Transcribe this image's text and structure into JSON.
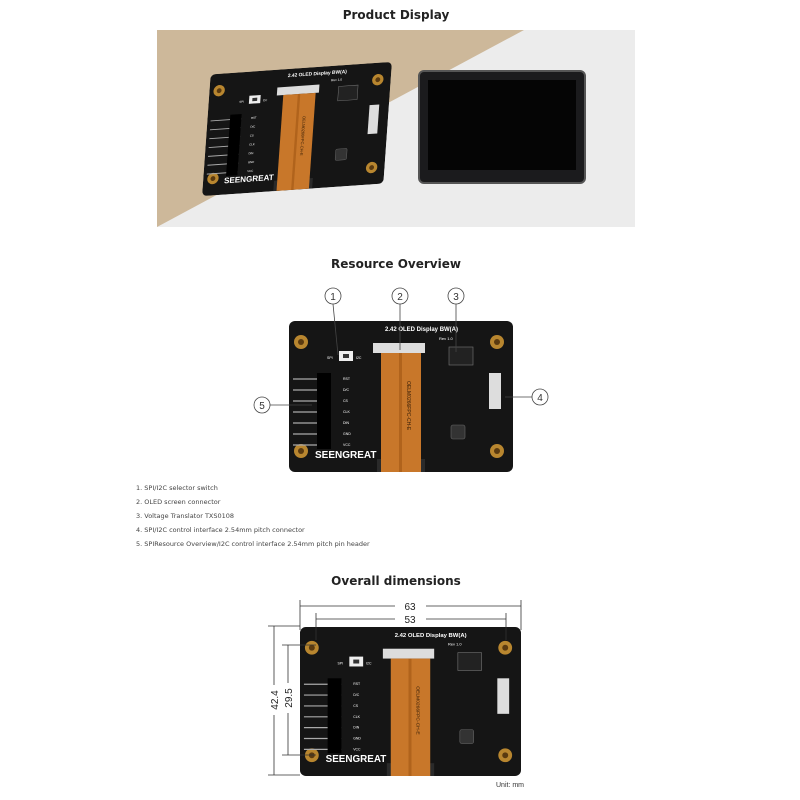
{
  "sections": {
    "product_display": "Product Display",
    "resource_overview": "Resource Overview",
    "overall_dimensions": "Overall dimensions"
  },
  "board": {
    "title": "2.42 OLED Display BW(A)",
    "rev": "Rev 1.0",
    "brand": "SEENGREAT",
    "switch_left": "SPI",
    "switch_right": "I2C",
    "pins": [
      "RST",
      "D/C",
      "CS",
      "CLK",
      "DIN",
      "GND",
      "VCC"
    ],
    "flex_text": "OELM0266FPC-CH-E"
  },
  "callouts": [
    "1",
    "2",
    "3",
    "4",
    "5"
  ],
  "resource_list": [
    "1. SPI/I2C selector switch",
    "2. OLED screen connector",
    "3. Voltage Translator TXS0108",
    "4. SPI/I2C control interface 2.54mm pitch connector",
    "5. SPIResource Overview/I2C control interface 2.54mm pitch pin header"
  ],
  "dimensions": {
    "width_total": "63",
    "hole_spacing_x": "53",
    "height_total": "42.4",
    "hole_spacing_y": "29.5",
    "unit": "Unit: mm"
  },
  "colors": {
    "pcb": "#151515",
    "flex": "#c8772a",
    "brass": "#b8862f",
    "beige": "#cdb89a",
    "photo_bg": "#ececec"
  }
}
